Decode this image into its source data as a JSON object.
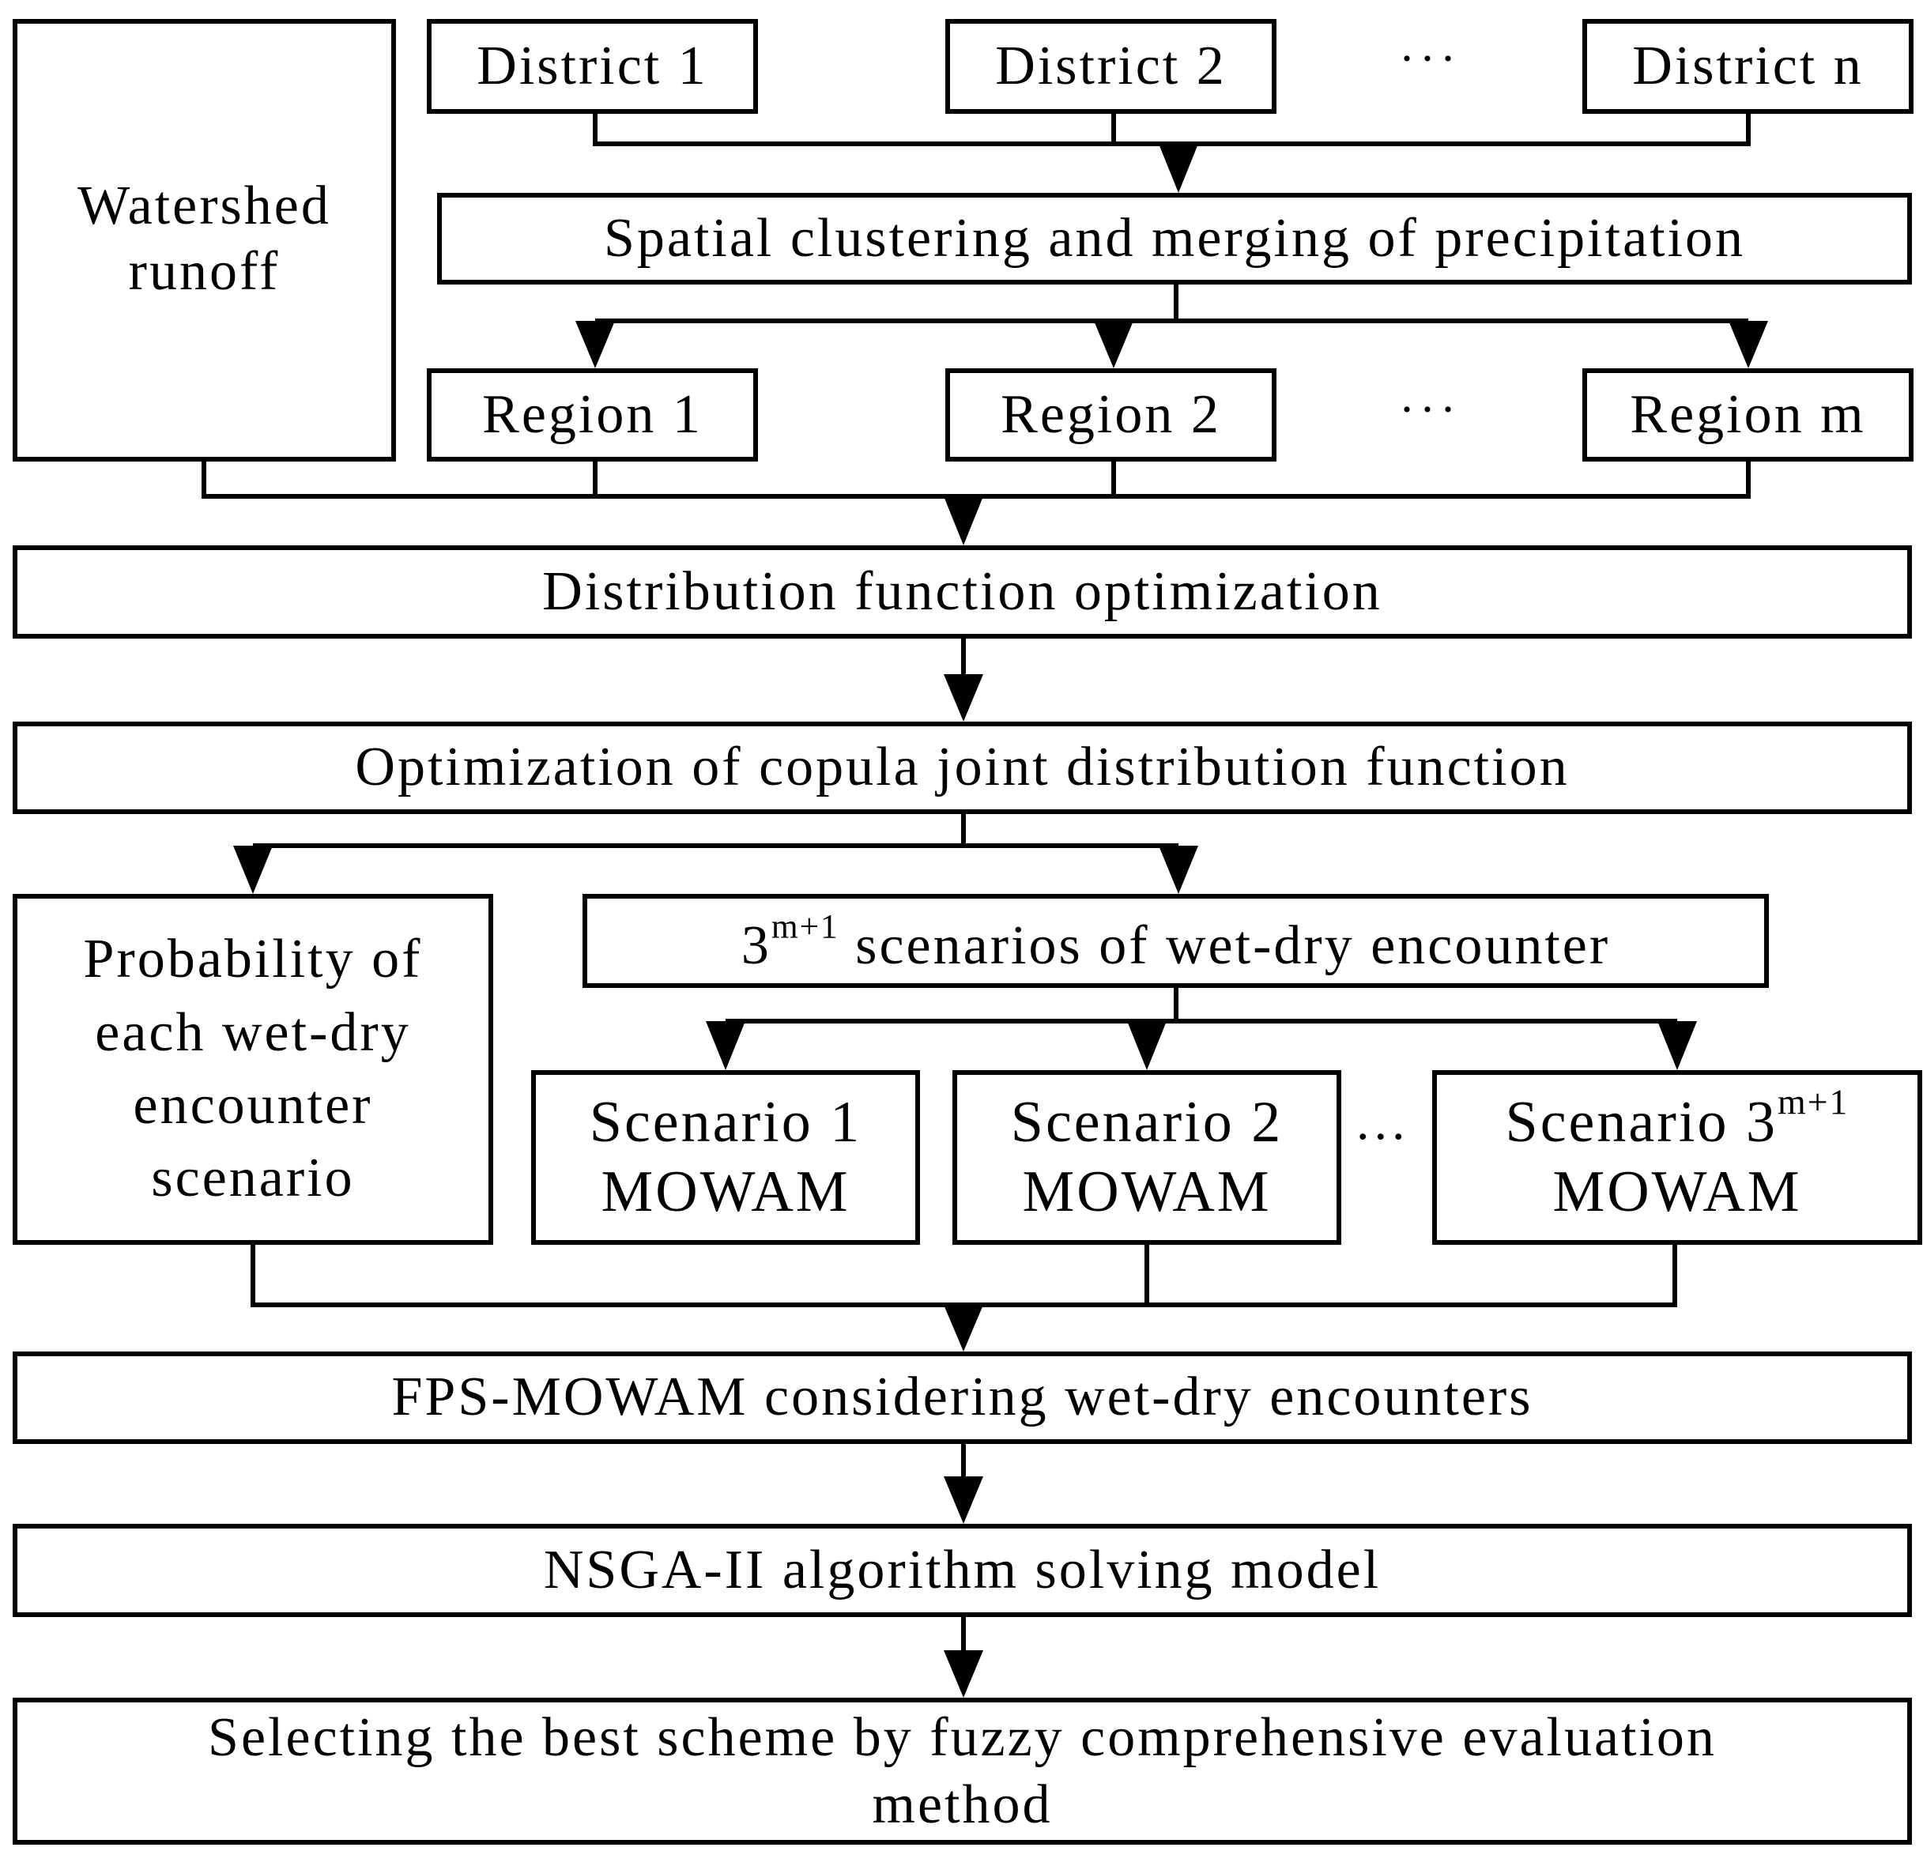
{
  "boxes": {
    "district_1": "District 1",
    "district_2": "District 2",
    "district_n": "District n",
    "watershed_line1": "Watershed",
    "watershed_line2": "runoff",
    "spatial_clustering": "Spatial clustering and merging of precipitation",
    "region_1": "Region 1",
    "region_2": "Region 2",
    "region_m": "Region m",
    "distribution_opt": "Distribution function optimization",
    "copula_opt": "Optimization of copula joint distribution function",
    "prob_line1": "Probability of",
    "prob_line2": "each wet-dry",
    "prob_line3": "encounter",
    "prob_line4": "scenario",
    "scenarios_base": "3",
    "scenarios_exp": "m+1",
    "scenarios_text": "scenarios of wet-dry encounter",
    "scenario_1": "Scenario 1",
    "scenario_2": "Scenario 2",
    "scenario_3_base": "Scenario 3",
    "scenario_3_exp": "m+1",
    "mowam": "MOWAM",
    "fps_mowam": "FPS-MOWAM considering wet-dry encounters",
    "nsga": "NSGA-II algorithm solving model",
    "selecting_line1": "Selecting the best scheme by fuzzy comprehensive evaluation",
    "selecting_line2": "method"
  },
  "ellipsis": {
    "districts": "···",
    "regions": "···",
    "scenarios": "..."
  }
}
